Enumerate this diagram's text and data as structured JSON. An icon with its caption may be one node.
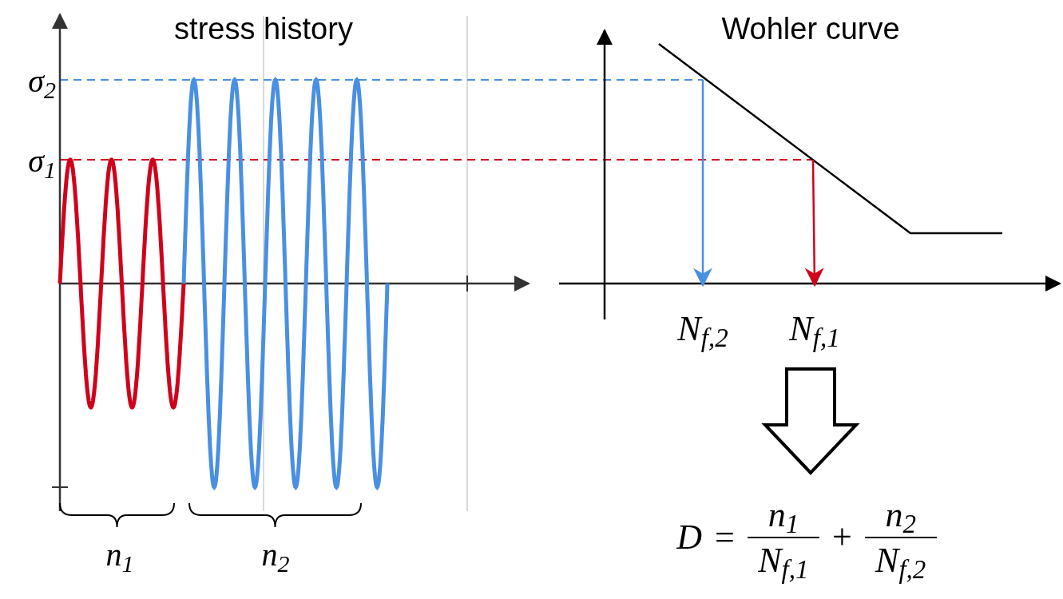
{
  "diagram": {
    "nodes": [
      {
        "text": [
          "N$_{f,2}$"
        ]
      },
      {
        "text": [
          "N$_{f,1}$"
        ]
      },
      {
        "text": [
          "D",
          "=",
          "n$_{1}$",
          "N$_{f,1}$",
          "+",
          "n$_{2}$",
          "N$_{f,2}$"
        ]
      }
    ],
    "edges": [
      {
        "from": null,
        "to": 0,
        "arrow": "to",
        "color": "#4a90e2"
      },
      {
        "from": null,
        "to": 1,
        "arrow": "to",
        "color": "#d0021b"
      },
      {
        "from": 1,
        "to": 2,
        "arrow": "to",
        "style": "thick"
      }
    ],
    "labels": [
      "stress history",
      "Wohler curve",
      "σ$_{2}$",
      "σ$_{1}$",
      "n$_{1}$",
      "n$_{2}$"
    ]
  }
}
